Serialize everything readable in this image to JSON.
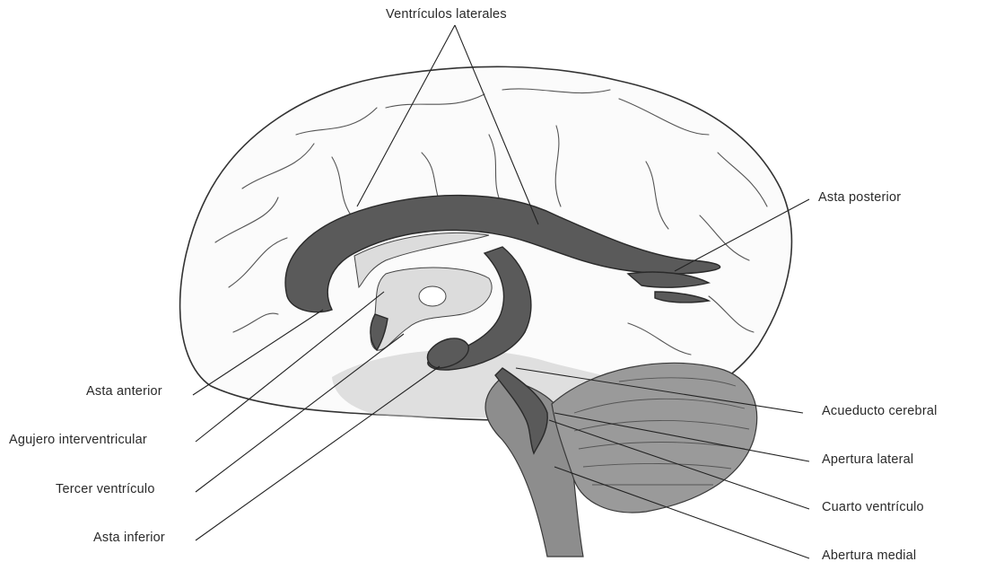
{
  "labels": {
    "ventriculos_laterales": "Ventrículos laterales",
    "asta_posterior": "Asta posterior",
    "asta_anterior": "Asta anterior",
    "agujero_interventricular": "Agujero interventricular",
    "tercer_ventriculo": "Tercer ventrículo",
    "asta_inferior": "Asta inferior",
    "acueducto_cerebral": "Acueducto cerebral",
    "apertura_lateral": "Apertura lateral",
    "cuarto_ventriculo": "Cuarto ventrículo",
    "abertura_medial": "Abertura medial"
  }
}
